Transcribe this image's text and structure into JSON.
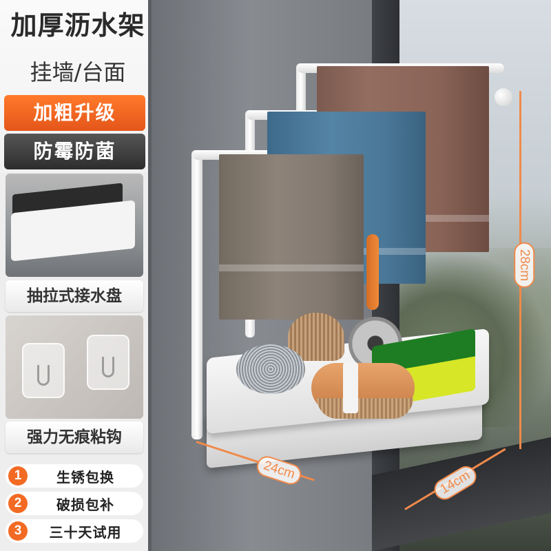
{
  "headline": {
    "title": "加厚沥水架",
    "subtitle": "挂墙/台面",
    "badge_primary": "加粗升级",
    "badge_secondary": "防霉防菌"
  },
  "features": [
    {
      "caption": "抽拉式接水盘",
      "photo_icon": "drawer-tray-photo"
    },
    {
      "caption": "强力无痕粘钩",
      "photo_icon": "adhesive-hook-photo"
    }
  ],
  "promises": [
    {
      "num": "1",
      "label": "生锈包换"
    },
    {
      "num": "2",
      "label": "破损包补"
    },
    {
      "num": "3",
      "label": "三十天试用"
    }
  ],
  "dimensions": {
    "height": "28cm",
    "width": "24cm",
    "depth": "14cm"
  },
  "colors": {
    "accent_orange": "#f26a23",
    "dimension_orange": "#f08a4b",
    "dark_badge": "#3a3a3a"
  }
}
